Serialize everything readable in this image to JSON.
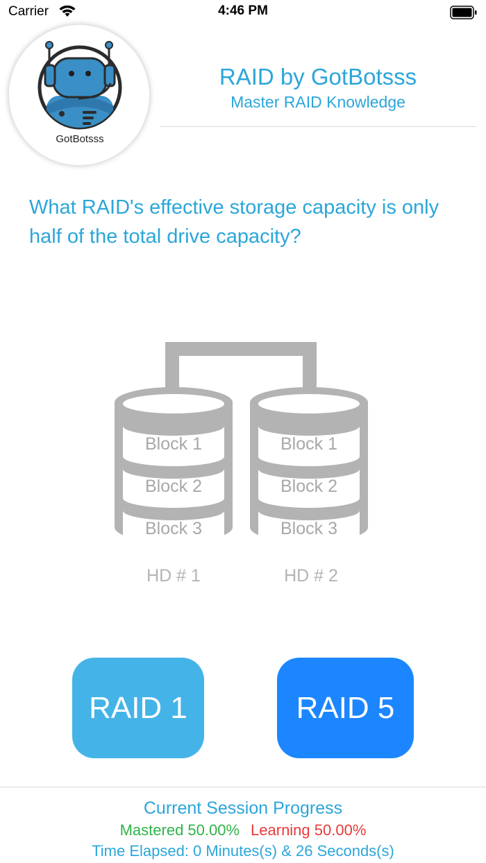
{
  "status_bar": {
    "carrier": "Carrier",
    "time": "4:46 PM"
  },
  "logo": {
    "text": "GotBotsss"
  },
  "header": {
    "title": "RAID by GotBotsss",
    "subtitle": "Master RAID Knowledge"
  },
  "question": {
    "text": "What RAID's effective storage capacity is only half of the total drive capacity?"
  },
  "diagram": {
    "drives": [
      {
        "label": "HD # 1",
        "blocks": [
          "Block 1",
          "Block 2",
          "Block 3"
        ]
      },
      {
        "label": "HD # 2",
        "blocks": [
          "Block 1",
          "Block 2",
          "Block 3"
        ]
      }
    ]
  },
  "answers": {
    "option_1": "RAID 1",
    "option_2": "RAID 5"
  },
  "footer": {
    "progress_title": "Current Session Progress",
    "mastered": "Mastered 50.00%",
    "learning": "Learning 50.00%",
    "elapsed": "Time Elapsed: 0 Minutes(s) & 26 Seconds(s)"
  },
  "colors": {
    "accent": "#2ba6d9",
    "raid1_button": "#44b4e8",
    "raid5_button": "#1b86ff",
    "mastered": "#2fb34a",
    "learning": "#e83b3b",
    "diagram_gray": "#b3b3b3"
  }
}
